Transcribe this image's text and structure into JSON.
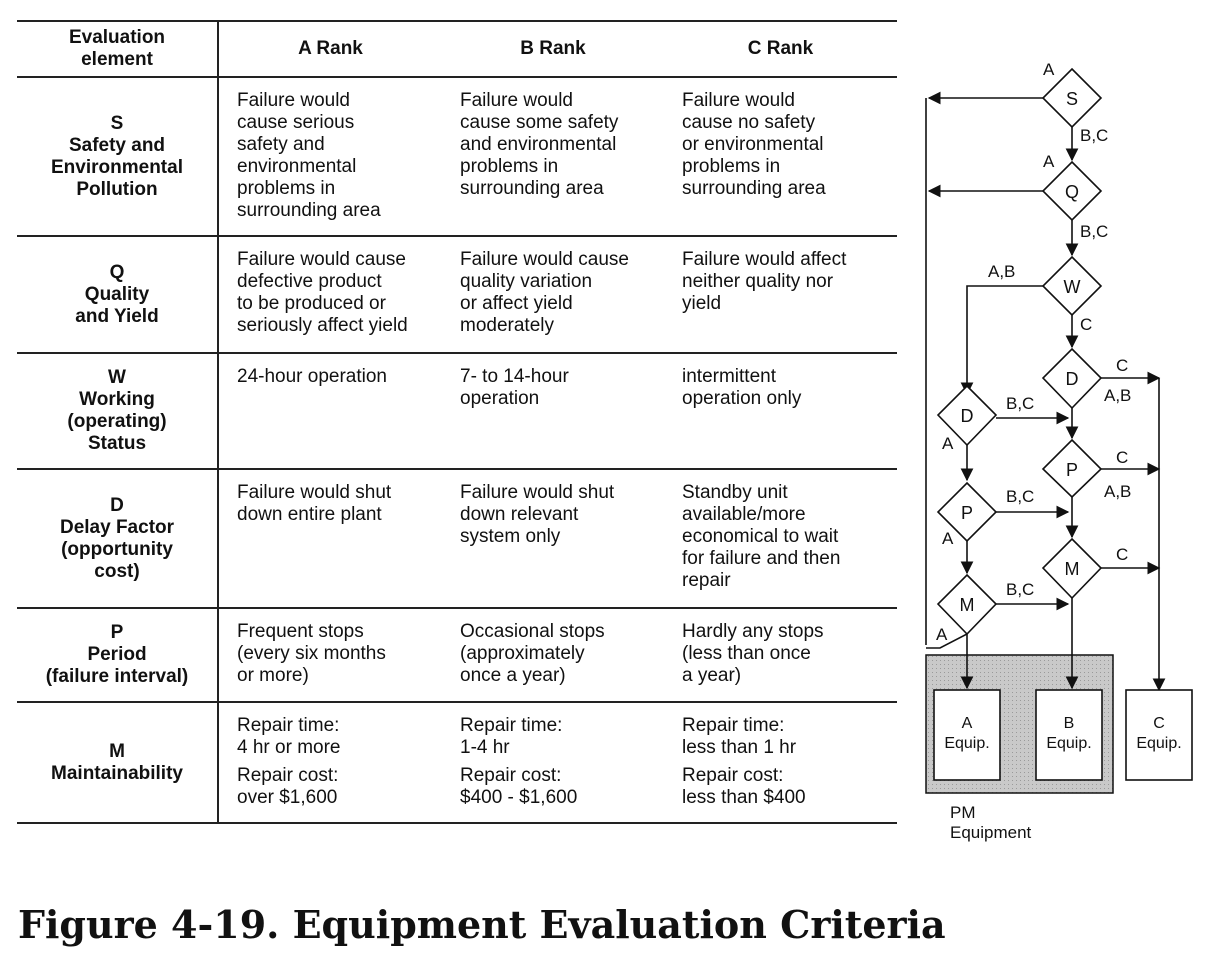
{
  "table": {
    "headers": [
      "Evaluation\nelement",
      "A Rank",
      "B Rank",
      "C Rank"
    ],
    "rows": [
      {
        "code": "S",
        "name": "Safety and\nEnvironmental\nPollution",
        "a": "Failure would\ncause serious\nsafety and\nenvironmental\nproblems in\nsurrounding area",
        "b": "Failure would\ncause some safety\nand environmental\nproblems in\nsurrounding area",
        "c": "Failure would\ncause no safety\nor environmental\nproblems in\nsurrounding area"
      },
      {
        "code": "Q",
        "name": "Quality\nand Yield",
        "a": "Failure would cause\ndefective product\nto be produced or\nseriously affect yield",
        "b": "Failure would cause\nquality variation\nor affect yield\nmoderately",
        "c": "Failure would affect\nneither quality nor\nyield"
      },
      {
        "code": "W",
        "name": "Working\n(operating)\nStatus",
        "a": "24-hour operation",
        "b": "7- to 14-hour\noperation",
        "c": "intermittent\noperation only"
      },
      {
        "code": "D",
        "name": "Delay Factor\n(opportunity\ncost)",
        "a": "Failure would shut\ndown entire plant",
        "b": "Failure would shut\ndown relevant\nsystem only",
        "c": "Standby unit\navailable/more\neconomical to wait\nfor failure and then\nrepair"
      },
      {
        "code": "P",
        "name": "Period\n(failure interval)",
        "a": "Frequent stops\n(every six months\nor more)",
        "b": "Occasional stops\n(approximately\nonce a year)",
        "c": "Hardly any stops\n(less than once\na year)"
      },
      {
        "code": "M",
        "name": "Maintainability",
        "a_time": "Repair time:\n4 hr or more",
        "a_cost": "Repair cost:\nover $1,600",
        "b_time": "Repair time:\n1-4 hr",
        "b_cost": "Repair cost:\n$400 - $1,600",
        "c_time": "Repair time:\nless than 1 hr",
        "c_cost": "Repair cost:\nless than $400"
      }
    ]
  },
  "flowchart": {
    "nodes": {
      "s": "S",
      "q": "Q",
      "w": "W",
      "d_right": "D",
      "d_left": "D",
      "p_right": "P",
      "p_left": "P",
      "m_right": "M",
      "m_left": "M"
    },
    "edge_labels": {
      "s_a": "A",
      "s_bc": "B,C",
      "q_a": "A",
      "q_bc": "B,C",
      "w_ab": "A,B",
      "w_c": "C",
      "dr_c": "C",
      "dr_ab": "A,B",
      "dl_bc": "B,C",
      "dl_a": "A",
      "pr_c": "C",
      "pr_ab": "A,B",
      "pl_bc": "B,C",
      "pl_a": "A",
      "mr_c": "C",
      "ml_bc": "B,C",
      "ml_a": "A"
    },
    "boxes": {
      "a": "A\nEquip.",
      "b": "B\nEquip.",
      "c": "C\nEquip."
    },
    "group_label": "PM\nEquipment"
  },
  "caption": "Figure 4-19. Equipment Evaluation Criteria",
  "colors": {
    "line": "#111111",
    "pm_fill": "#cfcfcf"
  }
}
